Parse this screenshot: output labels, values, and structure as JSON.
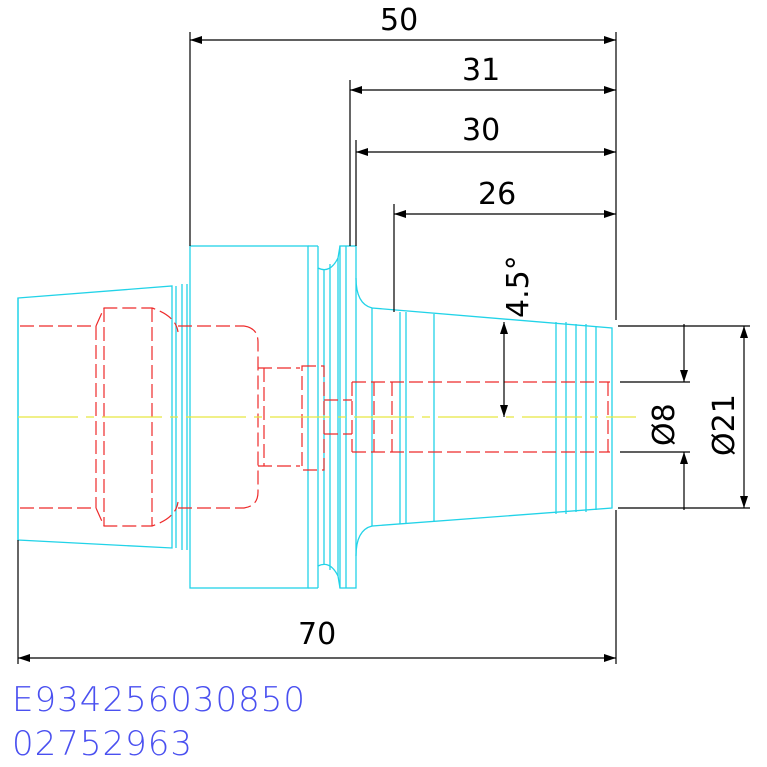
{
  "dimensions": {
    "d50": "50",
    "d31": "31",
    "d30": "30",
    "d26": "26",
    "angle": "4.5°",
    "dia8": "Ø8",
    "dia21": "Ø21",
    "d70": "70"
  },
  "codes": {
    "part_number": "E934256030850",
    "ref_number": "02752963"
  },
  "colors": {
    "outline": "#22d3e8",
    "hidden": "#ee2a2a",
    "centerline": "#e8e840",
    "dimension": "#000000",
    "code_text": "#4a50f0"
  }
}
